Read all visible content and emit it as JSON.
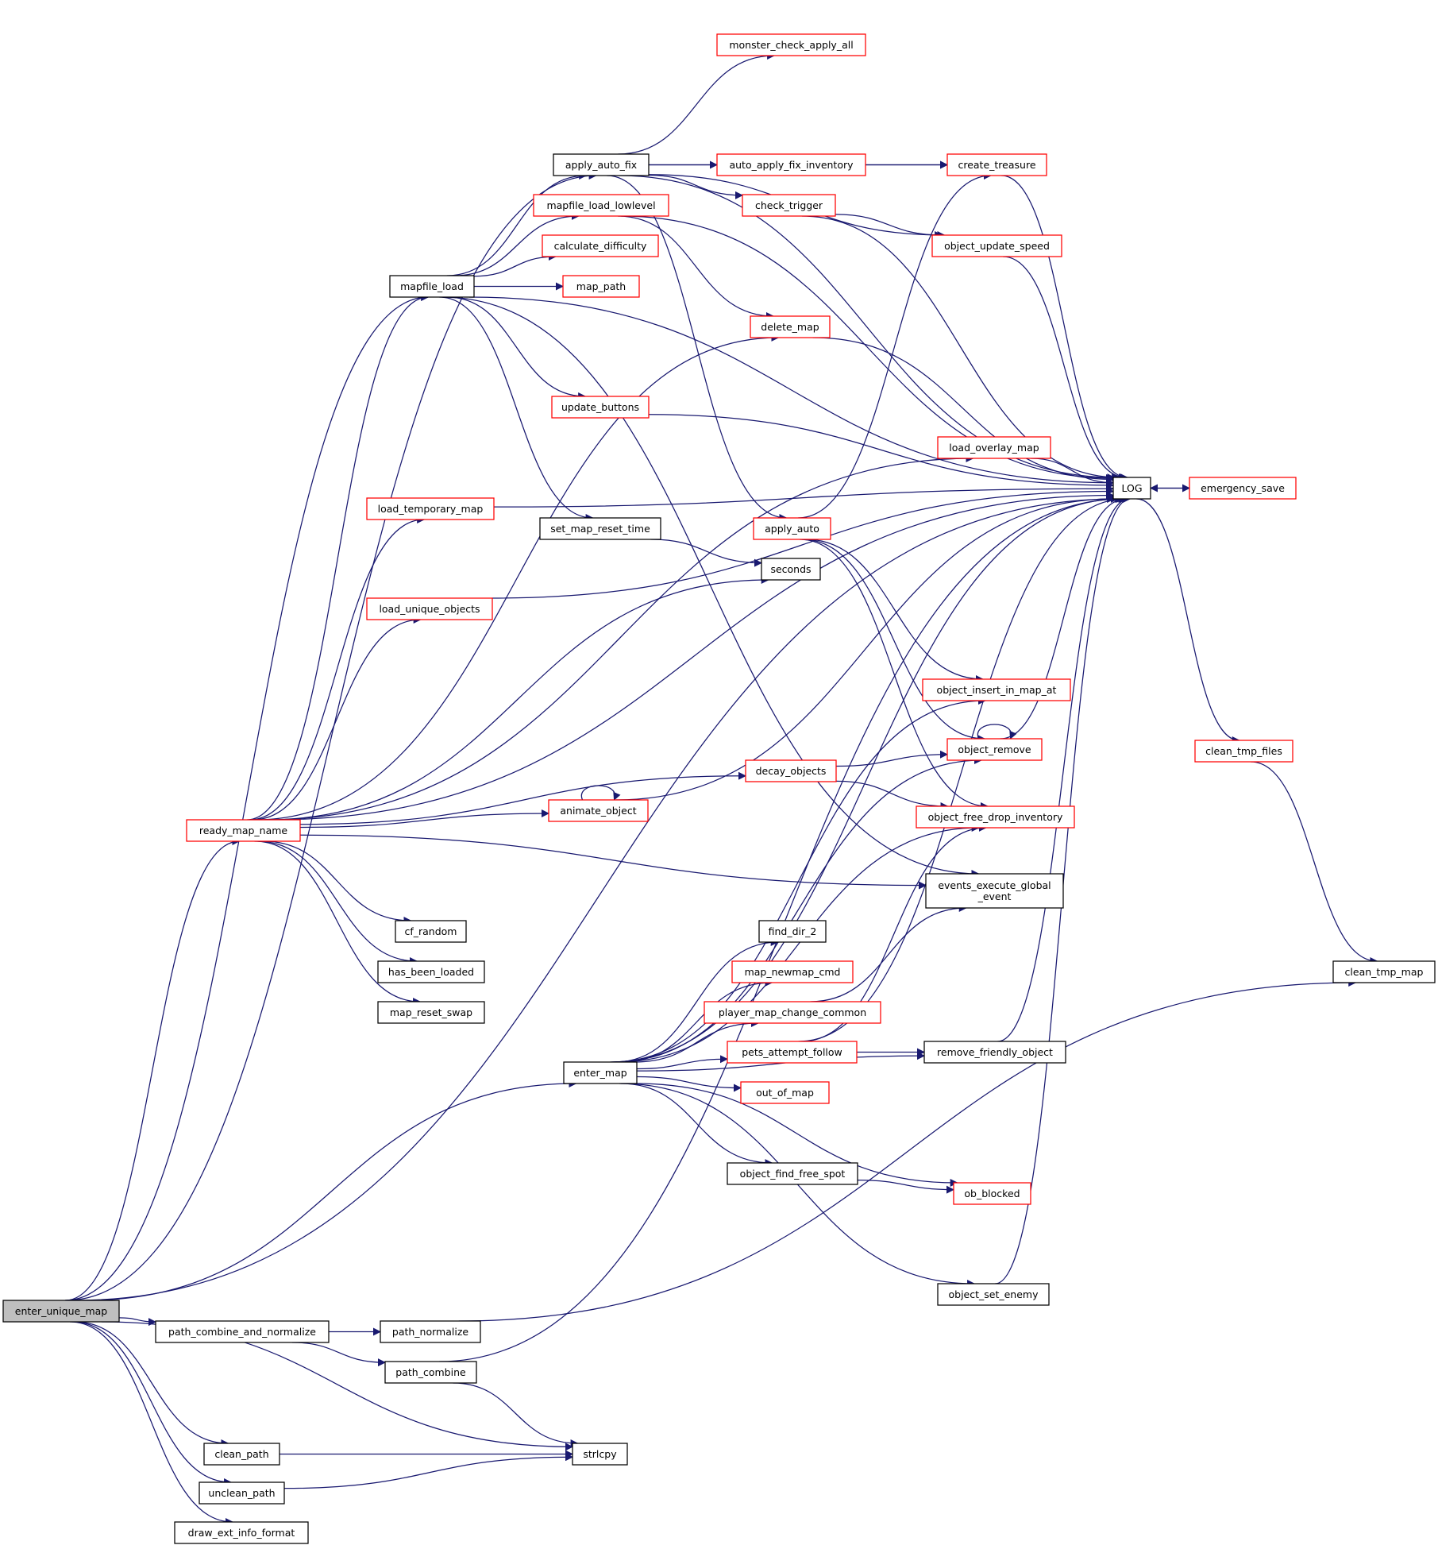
{
  "colors": {
    "edge": "#191970",
    "focus_fill": "#bfbfbf",
    "focus_border": "#000000",
    "linked_border": "#ff0000",
    "plain_border": "#000000",
    "node_fill": "#ffffff"
  },
  "nodes": [
    {
      "id": "enter_unique_map",
      "label": "enter_unique_map",
      "style": "focus"
    },
    {
      "id": "monster_check_apply_all",
      "label": "monster_check_apply_all",
      "style": "red"
    },
    {
      "id": "apply_auto_fix",
      "label": "apply_auto_fix",
      "style": "black"
    },
    {
      "id": "auto_apply_fix_inventory",
      "label": "auto_apply_fix_inventory",
      "style": "red"
    },
    {
      "id": "create_treasure",
      "label": "create_treasure",
      "style": "red"
    },
    {
      "id": "mapfile_load_lowlevel",
      "label": "mapfile_load_lowlevel",
      "style": "red"
    },
    {
      "id": "check_trigger",
      "label": "check_trigger",
      "style": "red"
    },
    {
      "id": "calculate_difficulty",
      "label": "calculate_difficulty",
      "style": "red"
    },
    {
      "id": "object_update_speed",
      "label": "object_update_speed",
      "style": "red"
    },
    {
      "id": "mapfile_load",
      "label": "mapfile_load",
      "style": "black"
    },
    {
      "id": "map_path",
      "label": "map_path",
      "style": "red"
    },
    {
      "id": "delete_map",
      "label": "delete_map",
      "style": "red"
    },
    {
      "id": "update_buttons",
      "label": "update_buttons",
      "style": "red"
    },
    {
      "id": "load_overlay_map",
      "label": "load_overlay_map",
      "style": "red"
    },
    {
      "id": "LOG",
      "label": "LOG",
      "style": "black"
    },
    {
      "id": "emergency_save",
      "label": "emergency_save",
      "style": "red"
    },
    {
      "id": "load_temporary_map",
      "label": "load_temporary_map",
      "style": "red"
    },
    {
      "id": "set_map_reset_time",
      "label": "set_map_reset_time",
      "style": "black"
    },
    {
      "id": "apply_auto",
      "label": "apply_auto",
      "style": "red"
    },
    {
      "id": "seconds",
      "label": "seconds",
      "style": "black"
    },
    {
      "id": "load_unique_objects",
      "label": "load_unique_objects",
      "style": "red"
    },
    {
      "id": "object_insert_in_map_at",
      "label": "object_insert_in_map_at",
      "style": "red"
    },
    {
      "id": "object_remove",
      "label": "object_remove",
      "style": "red"
    },
    {
      "id": "clean_tmp_files",
      "label": "clean_tmp_files",
      "style": "red"
    },
    {
      "id": "decay_objects",
      "label": "decay_objects",
      "style": "red"
    },
    {
      "id": "animate_object",
      "label": "animate_object",
      "style": "red"
    },
    {
      "id": "object_free_drop_inventory",
      "label": "object_free_drop_inventory",
      "style": "red"
    },
    {
      "id": "ready_map_name",
      "label": "ready_map_name",
      "style": "red"
    },
    {
      "id": "events_execute_global_event",
      "label": "events_execute_global\n_event",
      "style": "black"
    },
    {
      "id": "cf_random",
      "label": "cf_random",
      "style": "black"
    },
    {
      "id": "find_dir_2",
      "label": "find_dir_2",
      "style": "black"
    },
    {
      "id": "has_been_loaded",
      "label": "has_been_loaded",
      "style": "black"
    },
    {
      "id": "map_newmap_cmd",
      "label": "map_newmap_cmd",
      "style": "red"
    },
    {
      "id": "clean_tmp_map",
      "label": "clean_tmp_map",
      "style": "black"
    },
    {
      "id": "map_reset_swap",
      "label": "map_reset_swap",
      "style": "black"
    },
    {
      "id": "player_map_change_common",
      "label": "player_map_change_common",
      "style": "red"
    },
    {
      "id": "pets_attempt_follow",
      "label": "pets_attempt_follow",
      "style": "red"
    },
    {
      "id": "remove_friendly_object",
      "label": "remove_friendly_object",
      "style": "black"
    },
    {
      "id": "enter_map",
      "label": "enter_map",
      "style": "black"
    },
    {
      "id": "out_of_map",
      "label": "out_of_map",
      "style": "red"
    },
    {
      "id": "object_find_free_spot",
      "label": "object_find_free_spot",
      "style": "black"
    },
    {
      "id": "ob_blocked",
      "label": "ob_blocked",
      "style": "red"
    },
    {
      "id": "object_set_enemy",
      "label": "object_set_enemy",
      "style": "black"
    },
    {
      "id": "path_combine_and_normalize",
      "label": "path_combine_and_normalize",
      "style": "black"
    },
    {
      "id": "path_normalize",
      "label": "path_normalize",
      "style": "black"
    },
    {
      "id": "path_combine",
      "label": "path_combine",
      "style": "black"
    },
    {
      "id": "clean_path",
      "label": "clean_path",
      "style": "black"
    },
    {
      "id": "strlcpy",
      "label": "strlcpy",
      "style": "black"
    },
    {
      "id": "unclean_path",
      "label": "unclean_path",
      "style": "black"
    },
    {
      "id": "draw_ext_info_format",
      "label": "draw_ext_info_format",
      "style": "black"
    }
  ],
  "edges": [
    [
      "enter_unique_map",
      "LOG"
    ],
    [
      "enter_unique_map",
      "apply_auto_fix"
    ],
    [
      "enter_unique_map",
      "mapfile_load"
    ],
    [
      "enter_unique_map",
      "ready_map_name"
    ],
    [
      "enter_unique_map",
      "enter_map"
    ],
    [
      "enter_unique_map",
      "path_combine_and_normalize"
    ],
    [
      "enter_unique_map",
      "strlcpy"
    ],
    [
      "enter_unique_map",
      "clean_path"
    ],
    [
      "enter_unique_map",
      "unclean_path"
    ],
    [
      "enter_unique_map",
      "draw_ext_info_format"
    ],
    [
      "apply_auto_fix",
      "monster_check_apply_all"
    ],
    [
      "apply_auto_fix",
      "LOG"
    ],
    [
      "apply_auto_fix",
      "create_treasure"
    ],
    [
      "apply_auto_fix",
      "auto_apply_fix_inventory"
    ],
    [
      "apply_auto_fix",
      "check_trigger"
    ],
    [
      "apply_auto_fix",
      "object_update_speed"
    ],
    [
      "apply_auto_fix",
      "apply_auto"
    ],
    [
      "auto_apply_fix_inventory",
      "create_treasure"
    ],
    [
      "create_treasure",
      "LOG"
    ],
    [
      "check_trigger",
      "LOG"
    ],
    [
      "check_trigger",
      "object_update_speed"
    ],
    [
      "object_update_speed",
      "LOG"
    ],
    [
      "mapfile_load",
      "apply_auto_fix"
    ],
    [
      "mapfile_load",
      "mapfile_load_lowlevel"
    ],
    [
      "mapfile_load",
      "calculate_difficulty"
    ],
    [
      "mapfile_load",
      "map_path"
    ],
    [
      "mapfile_load",
      "LOG"
    ],
    [
      "mapfile_load",
      "update_buttons"
    ],
    [
      "mapfile_load",
      "set_map_reset_time"
    ],
    [
      "mapfile_load",
      "events_execute_global_event"
    ],
    [
      "mapfile_load_lowlevel",
      "delete_map"
    ],
    [
      "mapfile_load_lowlevel",
      "LOG"
    ],
    [
      "delete_map",
      "LOG"
    ],
    [
      "update_buttons",
      "LOG"
    ],
    [
      "load_overlay_map",
      "LOG"
    ],
    [
      "LOG",
      "emergency_save"
    ],
    [
      "emergency_save",
      "LOG"
    ],
    [
      "LOG",
      "clean_tmp_files"
    ],
    [
      "load_temporary_map",
      "LOG"
    ],
    [
      "set_map_reset_time",
      "seconds"
    ],
    [
      "apply_auto",
      "create_treasure"
    ],
    [
      "apply_auto",
      "object_insert_in_map_at"
    ],
    [
      "apply_auto",
      "object_remove"
    ],
    [
      "apply_auto",
      "object_free_drop_inventory"
    ],
    [
      "load_unique_objects",
      "LOG"
    ],
    [
      "object_remove",
      "LOG"
    ],
    [
      "object_remove",
      "object_remove"
    ],
    [
      "clean_tmp_files",
      "clean_tmp_map"
    ],
    [
      "decay_objects",
      "object_remove"
    ],
    [
      "decay_objects",
      "object_free_drop_inventory"
    ],
    [
      "animate_object",
      "LOG"
    ],
    [
      "animate_object",
      "animate_object"
    ],
    [
      "ready_map_name",
      "mapfile_load"
    ],
    [
      "ready_map_name",
      "delete_map"
    ],
    [
      "ready_map_name",
      "load_overlay_map"
    ],
    [
      "ready_map_name",
      "load_temporary_map"
    ],
    [
      "ready_map_name",
      "seconds"
    ],
    [
      "ready_map_name",
      "load_unique_objects"
    ],
    [
      "ready_map_name",
      "animate_object"
    ],
    [
      "ready_map_name",
      "decay_objects"
    ],
    [
      "ready_map_name",
      "events_execute_global_event"
    ],
    [
      "ready_map_name",
      "cf_random"
    ],
    [
      "ready_map_name",
      "has_been_loaded"
    ],
    [
      "ready_map_name",
      "map_reset_swap"
    ],
    [
      "ready_map_name",
      "LOG"
    ],
    [
      "enter_map",
      "object_insert_in_map_at"
    ],
    [
      "enter_map",
      "object_remove"
    ],
    [
      "enter_map",
      "object_free_drop_inventory"
    ],
    [
      "enter_map",
      "find_dir_2"
    ],
    [
      "enter_map",
      "map_newmap_cmd"
    ],
    [
      "enter_map",
      "player_map_change_common"
    ],
    [
      "enter_map",
      "pets_attempt_follow"
    ],
    [
      "enter_map",
      "out_of_map"
    ],
    [
      "enter_map",
      "remove_friendly_object"
    ],
    [
      "enter_map",
      "object_find_free_spot"
    ],
    [
      "enter_map",
      "ob_blocked"
    ],
    [
      "enter_map",
      "LOG"
    ],
    [
      "enter_map",
      "object_set_enemy"
    ],
    [
      "player_map_change_common",
      "events_execute_global_event"
    ],
    [
      "pets_attempt_follow",
      "remove_friendly_object"
    ],
    [
      "pets_attempt_follow",
      "object_free_drop_inventory"
    ],
    [
      "pets_attempt_follow",
      "LOG"
    ],
    [
      "remove_friendly_object",
      "LOG"
    ],
    [
      "object_find_free_spot",
      "ob_blocked"
    ],
    [
      "object_set_enemy",
      "LOG"
    ],
    [
      "path_combine_and_normalize",
      "path_normalize"
    ],
    [
      "path_combine_and_normalize",
      "path_combine"
    ],
    [
      "path_normalize",
      "clean_tmp_map"
    ],
    [
      "path_combine",
      "strlcpy"
    ],
    [
      "path_combine",
      "LOG"
    ],
    [
      "clean_path",
      "strlcpy"
    ],
    [
      "unclean_path",
      "strlcpy"
    ]
  ]
}
